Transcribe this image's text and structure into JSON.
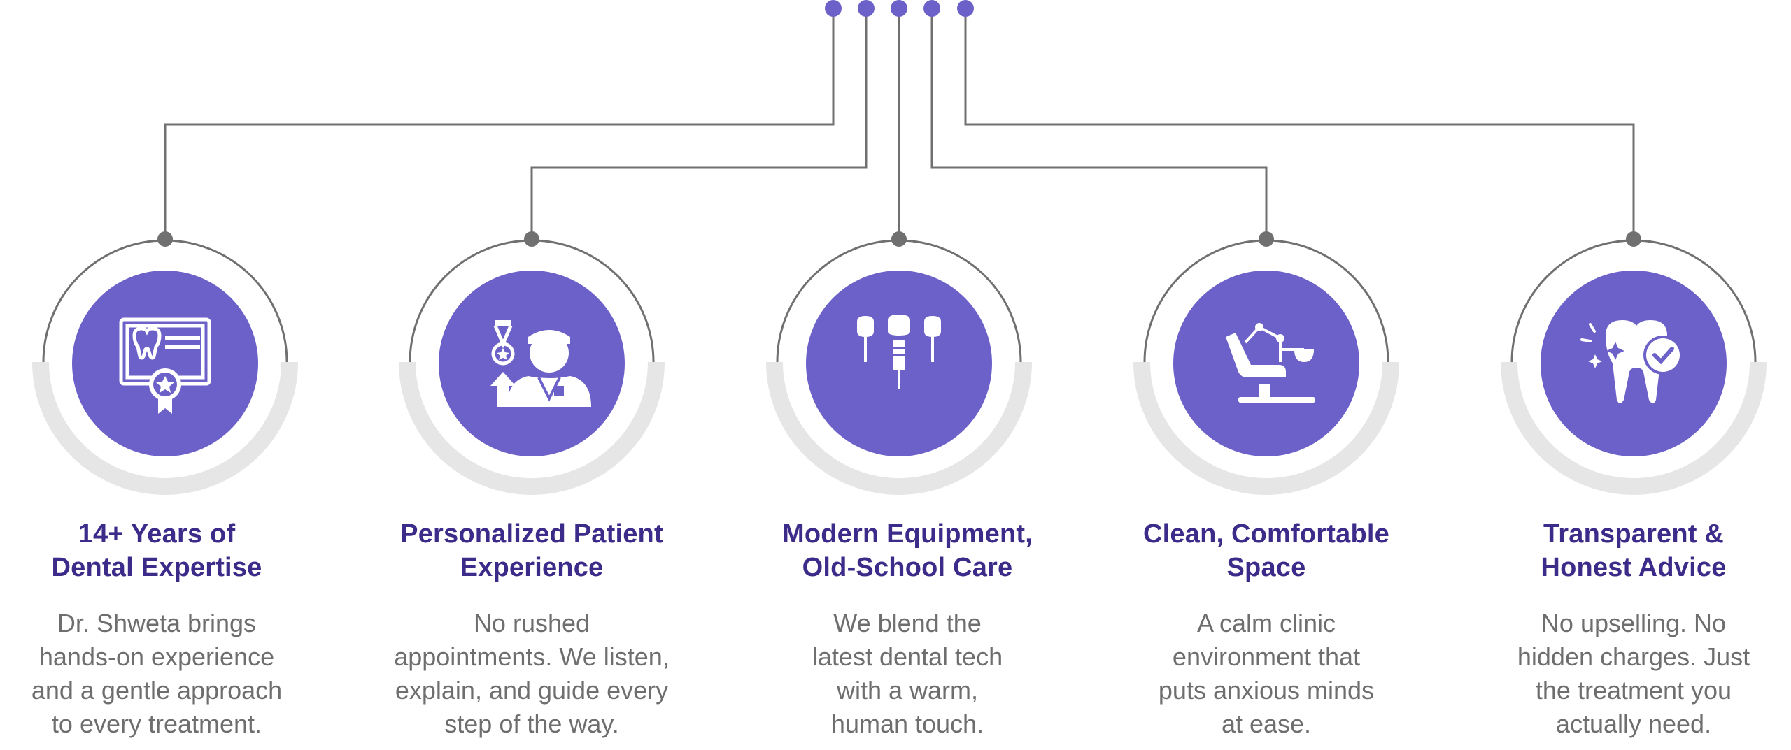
{
  "colors": {
    "accent": "#6c61c8",
    "title": "#3d2b8a",
    "text": "#6e6e6e",
    "line": "#707070",
    "ring_shadow": "#e6e6e6"
  },
  "features": [
    {
      "icon": "certificate-icon",
      "title_lines": [
        "14+ Years of",
        "Dental Expertise"
      ],
      "desc_lines": [
        "Dr. Shweta brings",
        "hands-on experience",
        "and a gentle approach",
        "to every treatment."
      ]
    },
    {
      "icon": "dentist-award-icon",
      "title_lines": [
        "Personalized Patient",
        "Experience"
      ],
      "desc_lines": [
        "No rushed",
        "appointments. We listen,",
        "explain, and guide every",
        "step of the way."
      ]
    },
    {
      "icon": "dental-tools-icon",
      "title_lines": [
        "Modern Equipment,",
        "Old-School Care"
      ],
      "desc_lines": [
        "We blend the",
        "latest dental tech",
        "with a warm,",
        "human touch."
      ]
    },
    {
      "icon": "dental-chair-icon",
      "title_lines": [
        "Clean, Comfortable",
        "Space"
      ],
      "desc_lines": [
        "A calm clinic",
        "environment that",
        "puts anxious minds",
        "at ease."
      ]
    },
    {
      "icon": "tooth-check-icon",
      "title_lines": [
        "Transparent &",
        "Honest Advice"
      ],
      "desc_lines": [
        "No upselling. No",
        "hidden charges. Just",
        "the treatment you",
        "actually need."
      ]
    }
  ]
}
